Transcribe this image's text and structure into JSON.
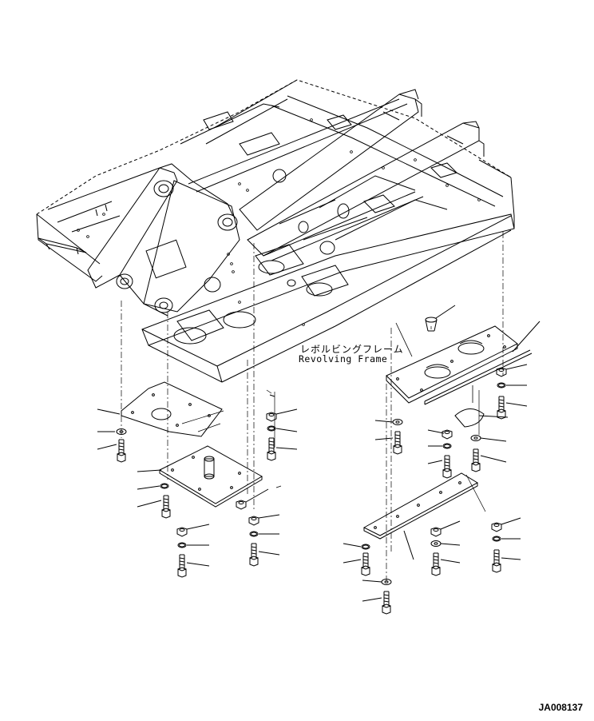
{
  "frame_label": {
    "japanese": "レボルビングフレーム",
    "english": "Revolving Frame"
  },
  "drawing_code": "JA008137"
}
